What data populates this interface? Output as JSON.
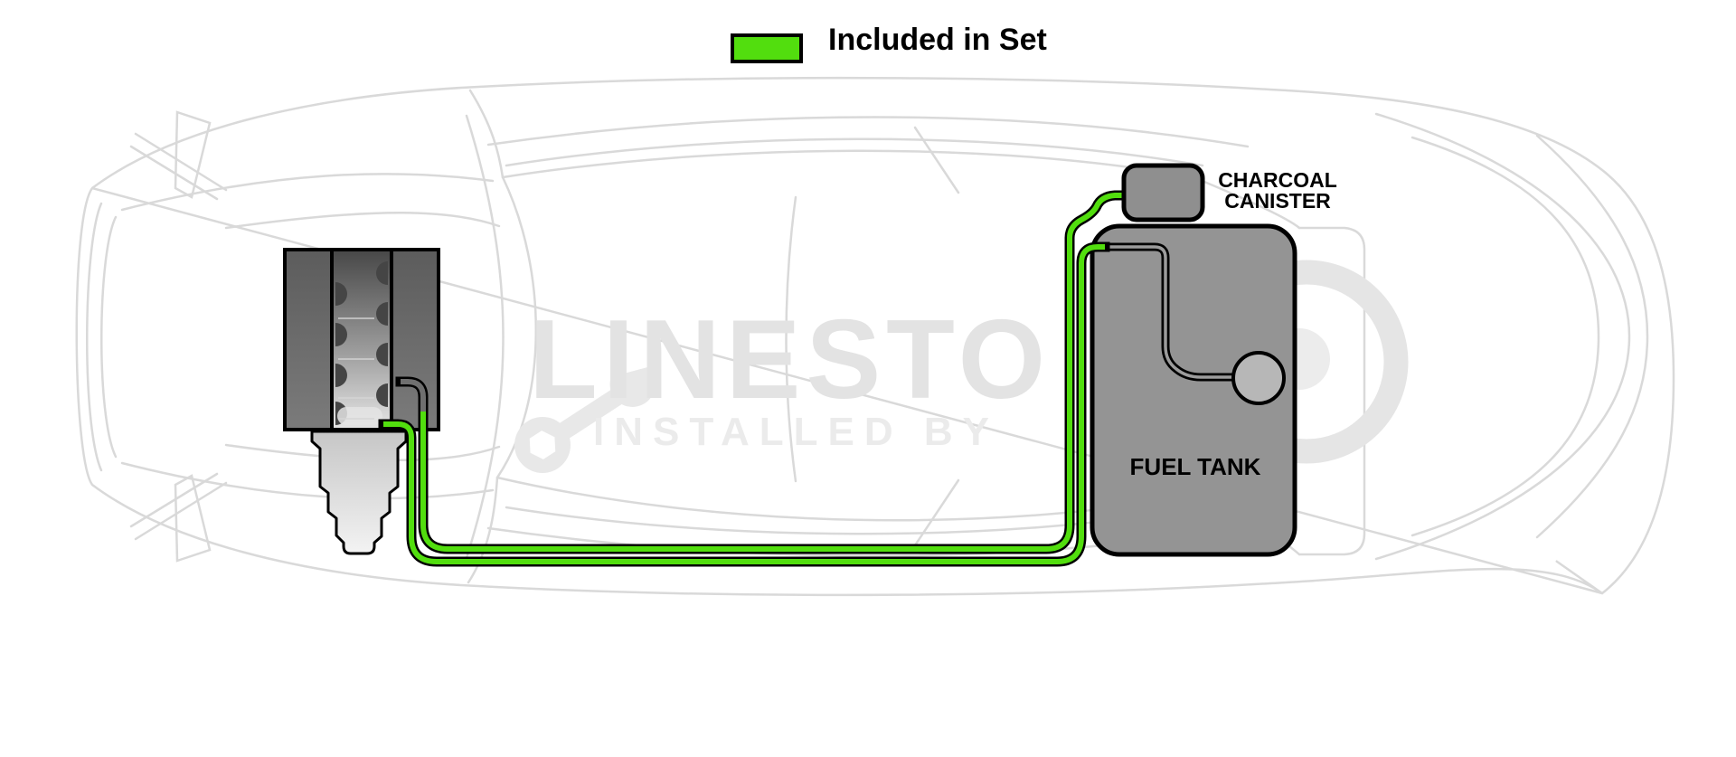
{
  "legend": {
    "label": "Included in Set",
    "swatch_color": "#52de0e"
  },
  "components": {
    "charcoal_canister": {
      "label_line1": "CHARCOAL",
      "label_line2": "CANISTER"
    },
    "fuel_tank": {
      "label": "FUEL TANK"
    },
    "engine": {
      "name": "engine-block"
    },
    "transmission": {
      "name": "transmission"
    },
    "fuel_pump": {
      "name": "fuel-pump-port"
    }
  },
  "lines": {
    "included_color": "#52de0e",
    "fuel_feed_line": "engine-to-fuel-tank",
    "vapor_line": "engine-to-charcoal-canister"
  },
  "watermark": {
    "brand": "LINESTO",
    "tagline": "INSTALLED BY"
  },
  "colors": {
    "line_green": "#52de0e",
    "component_gray": "#939393",
    "pump_gray": "#b7b7b7",
    "outline_black": "#000000",
    "car_outline_gray": "#d9d9d9",
    "watermark_gray": "#e3e3e3"
  }
}
